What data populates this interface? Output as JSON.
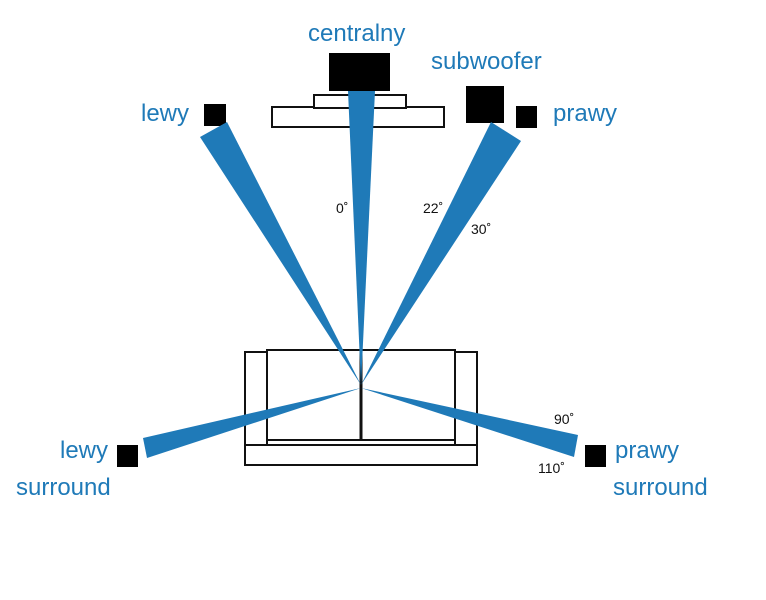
{
  "colors": {
    "beam": "#1f7ab8",
    "speaker": "#000000",
    "furniture_stroke": "#111111",
    "label": "#1f7ab8"
  },
  "speakers": {
    "center": "centralny",
    "subwoofer": "subwoofer",
    "left": "lewy",
    "right": "prawy",
    "left_surround_line1": "lewy",
    "left_surround_line2": "surround",
    "right_surround_line1": "prawy",
    "right_surround_line2": "surround"
  },
  "angles": {
    "center": "0˚",
    "front_min": "22˚",
    "front_max": "30˚",
    "surround_min": "90˚",
    "surround_max": "110˚"
  }
}
